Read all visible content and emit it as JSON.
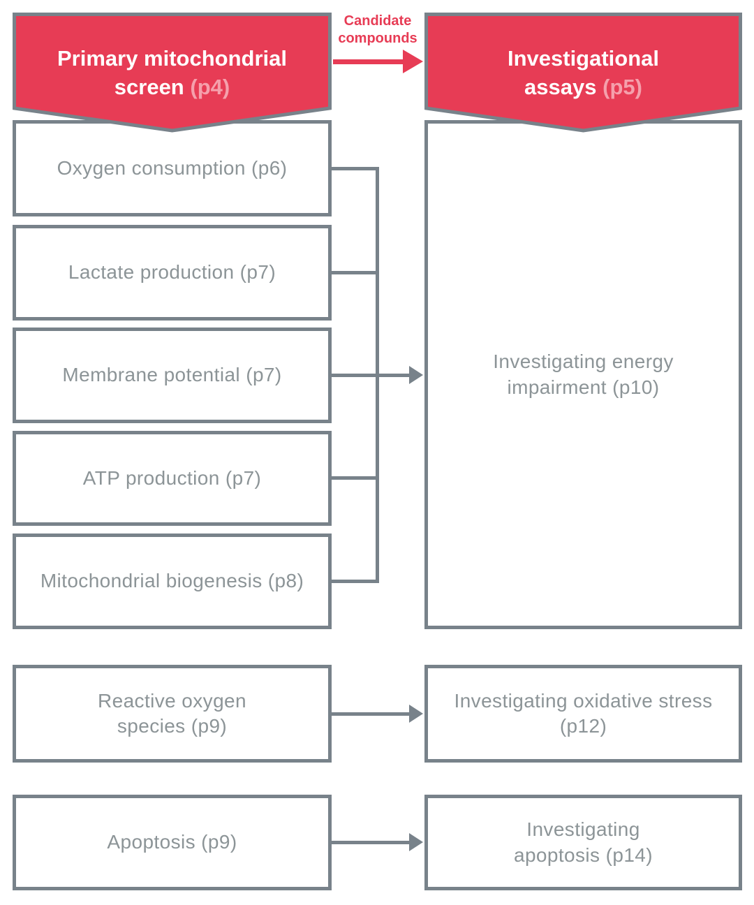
{
  "colors": {
    "accent_red": "#e73c55",
    "accent_pink": "#f5a0ac",
    "line_gray": "#78828a",
    "text_gray": "#8c9497",
    "page_bg": "#ffffff"
  },
  "diagram": {
    "candidate_arrow_label": "Candidate compounds",
    "left_banner": {
      "title": "Primary mitochondrial screen",
      "page_ref": "(p4)"
    },
    "right_banner": {
      "title": "Investigational assays",
      "page_ref": "(p5)"
    },
    "primary_screen_boxes": [
      {
        "label": "Oxygen consumption (p6)"
      },
      {
        "label": "Lactate production (p7)"
      },
      {
        "label": "Membrane potential (p7)"
      },
      {
        "label": "ATP production (p7)"
      },
      {
        "label": "Mitochondrial biogenesis (p8)"
      }
    ],
    "energy_impairment_box": {
      "label": "Investigating energy impairment (p10)"
    },
    "ros_box": {
      "label": "Reactive oxygen species (p9)"
    },
    "oxidative_stress_box": {
      "label": "Investigating oxidative stress (p12)"
    },
    "apoptosis_box": {
      "label": "Apoptosis (p9)"
    },
    "investigating_apoptosis_box": {
      "label": "Investigating apoptosis (p14)"
    }
  }
}
